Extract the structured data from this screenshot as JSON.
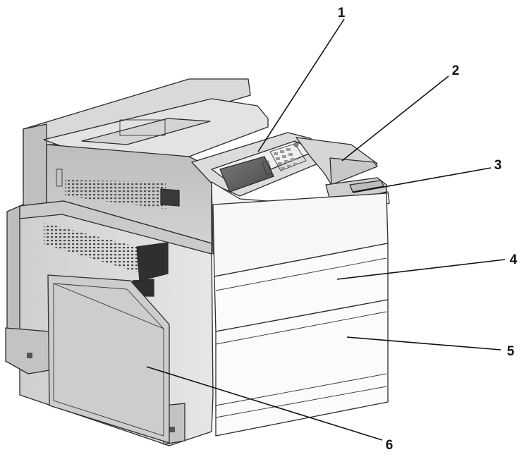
{
  "callouts": [
    {
      "label": "1",
      "target": "control-panel"
    },
    {
      "label": "2",
      "target": "standard-exit-bin"
    },
    {
      "label": "3",
      "target": "optional-output-bin"
    },
    {
      "label": "4",
      "target": "paper-tray-1"
    },
    {
      "label": "5",
      "target": "paper-tray-2"
    },
    {
      "label": "6",
      "target": "multipurpose-feeder"
    }
  ]
}
